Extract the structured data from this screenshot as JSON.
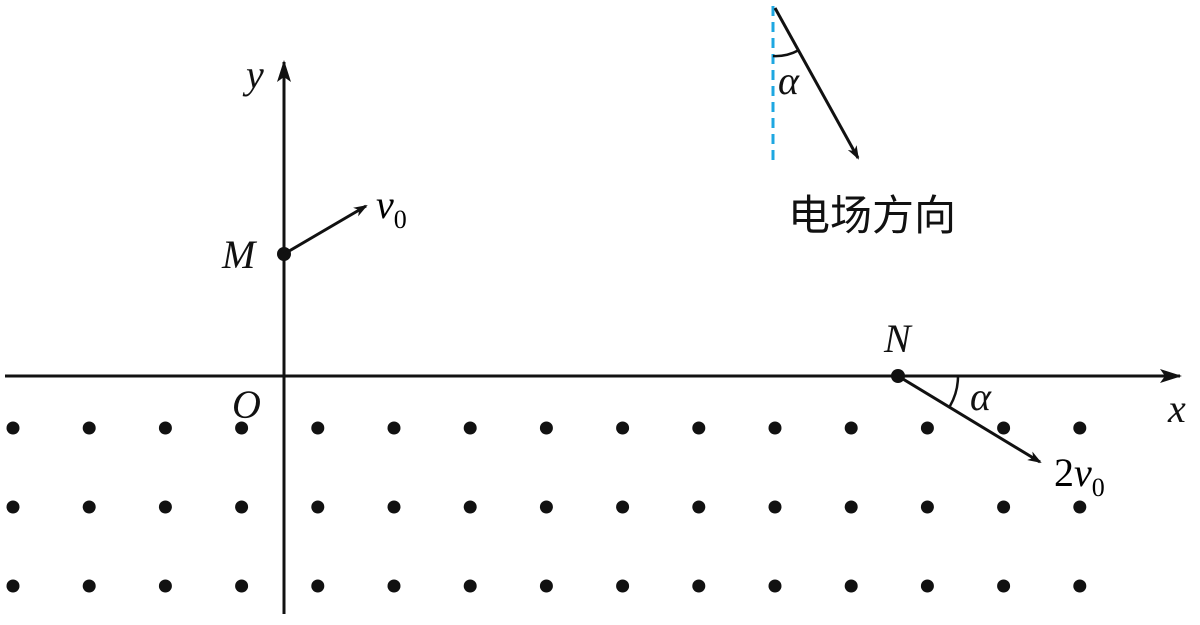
{
  "axes": {
    "x_label": "x",
    "y_label": "y",
    "origin_label": "O"
  },
  "points": {
    "M": {
      "label": "M"
    },
    "N": {
      "label": "N"
    }
  },
  "velocities": {
    "initial": {
      "symbol": "v",
      "subscript": "0"
    },
    "final": {
      "coefficient": "2",
      "symbol": "v",
      "subscript": "0"
    }
  },
  "angles": {
    "at_N": "α",
    "field": "α"
  },
  "field_direction_label": "电场方向",
  "magnetic_field": {
    "symbol": "dots-out-of-page",
    "rows": 3,
    "columns": 15
  },
  "colors": {
    "lines": "#111111",
    "reference_dashed": "#1ea7e1"
  }
}
